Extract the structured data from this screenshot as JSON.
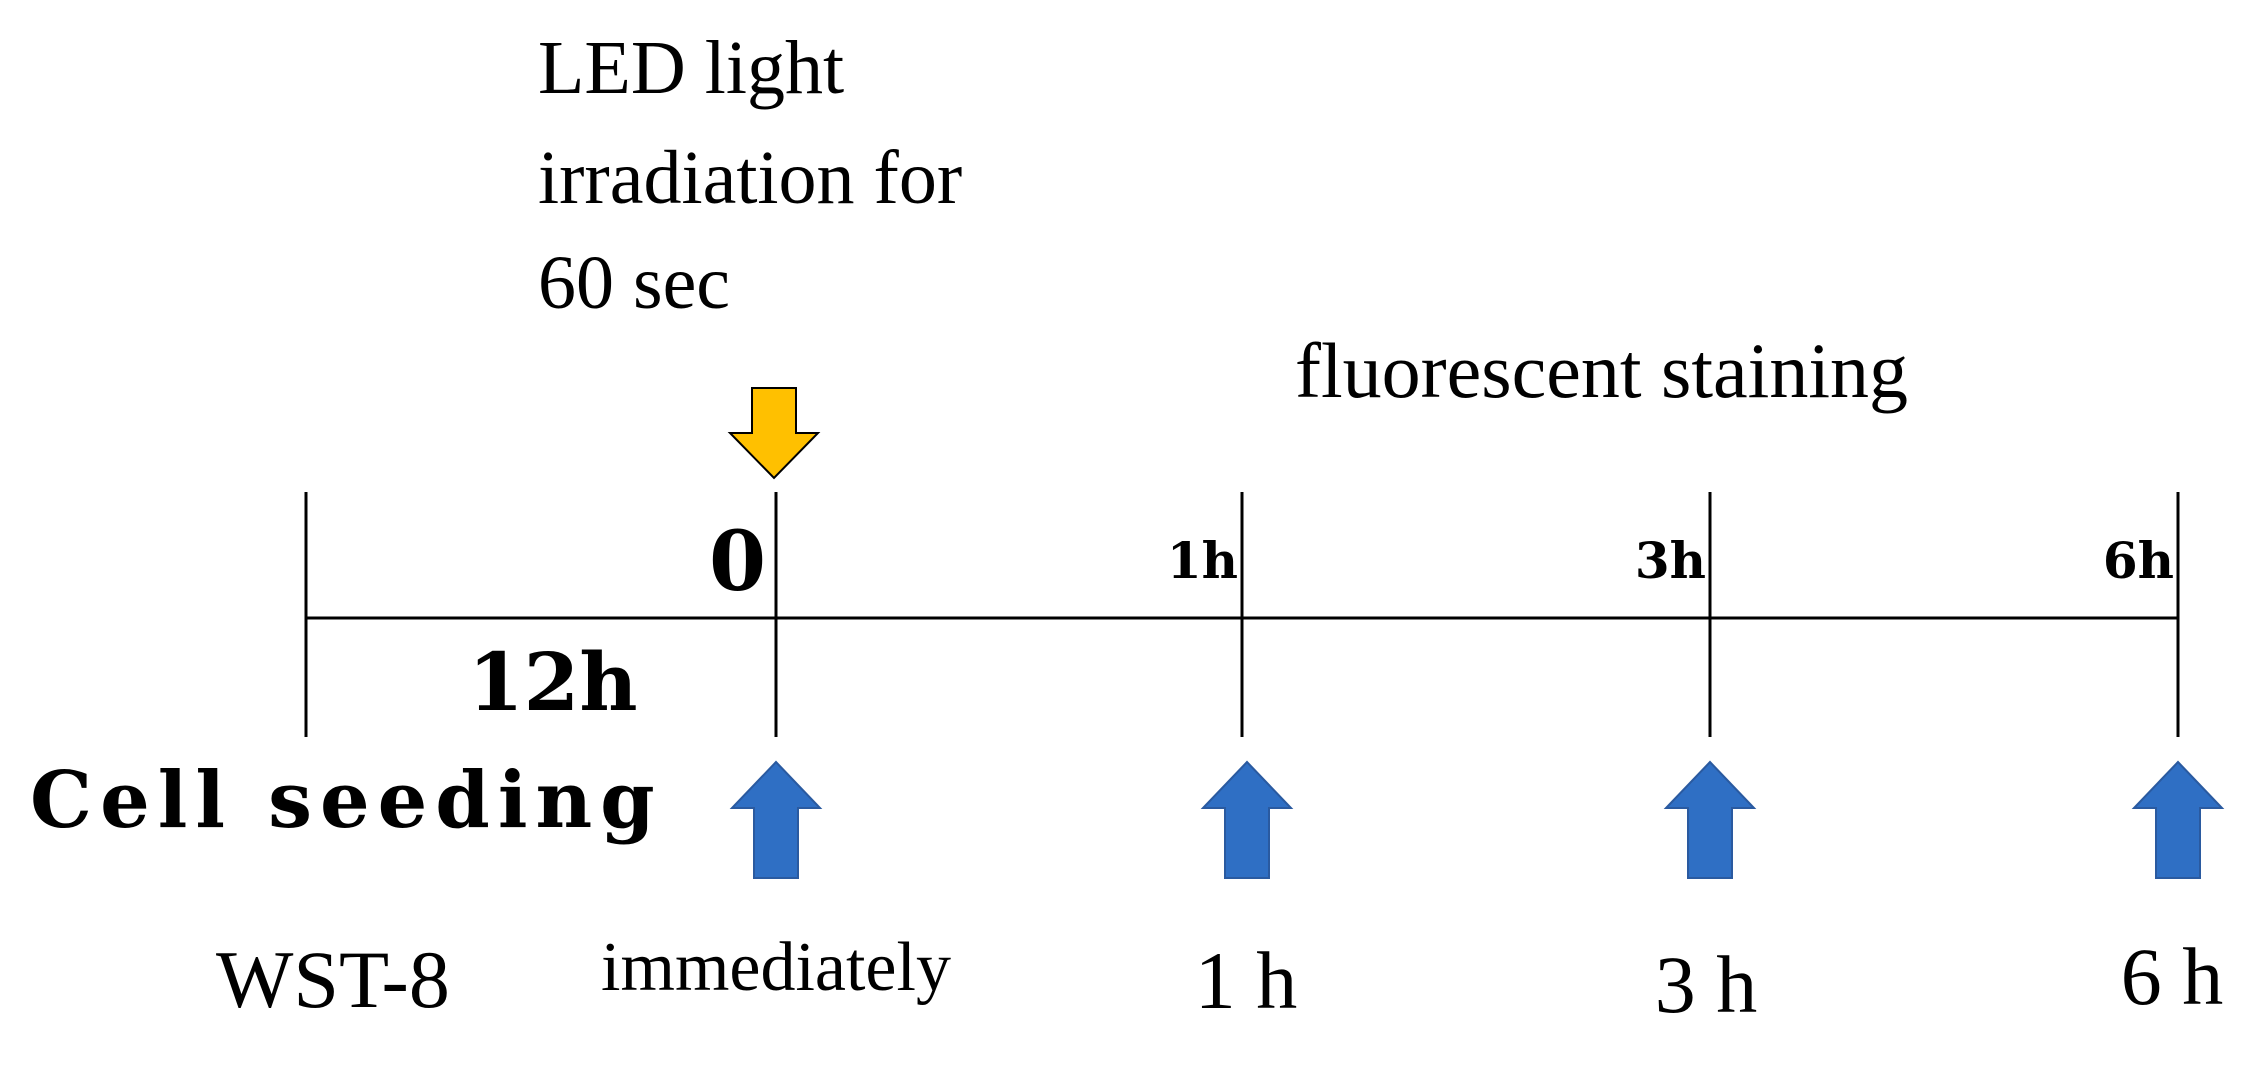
{
  "annotations": {
    "led_line1": "LED light",
    "led_line2": "irradiation for",
    "led_line3": "60 sec",
    "fluorescent": "fluorescent staining",
    "cell_seeding": "Cell seeding",
    "wst8": "WST-8"
  },
  "timeline": {
    "seeding_interval": "12h",
    "ticks": [
      "0",
      "1h",
      "3h",
      "6h"
    ],
    "measurements": [
      "immediately",
      "1 h",
      "3 h",
      "6 h"
    ]
  },
  "colors": {
    "line": "#000000",
    "led_arrow": "#FFC000",
    "measure_arrow": "#2F6FC4",
    "measure_arrow_stroke": "#2A5AA0"
  }
}
